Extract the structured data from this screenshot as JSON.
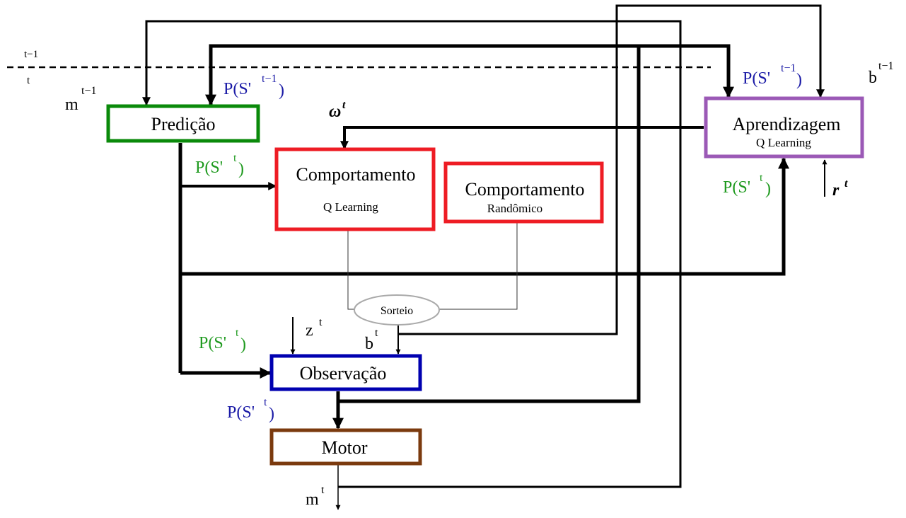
{
  "time_marks": {
    "prev": "t−1",
    "curr": "t"
  },
  "colors": {
    "green": "#0a8a0a",
    "red": "#ee1c24",
    "blue": "#0000b0",
    "purple": "#9b59b6",
    "brown": "#7b3a0e",
    "label_blue": "#1a1aa6",
    "label_green": "#1f9a1f"
  },
  "boxes": {
    "predicao": {
      "title": "Predição"
    },
    "comportamento_q": {
      "title": "Comportamento",
      "subtitle": "Q Learning"
    },
    "comportamento_r": {
      "title": "Comportamento",
      "subtitle": "Randômico"
    },
    "aprendizagem": {
      "title": "Aprendizagem",
      "subtitle": "Q Learning"
    },
    "observacao": {
      "title": "Observação"
    },
    "motor": {
      "title": "Motor"
    },
    "sorteio": {
      "title": "Sorteio"
    }
  },
  "labels": {
    "m_prev": {
      "base": "m",
      "sup": "t−1"
    },
    "p_pred_in": {
      "base": "P(S'",
      "sup": "t−1",
      "close": ")"
    },
    "p_learn_in": {
      "base": "P(S'",
      "sup": "t−1",
      "close": ")"
    },
    "b_prev": {
      "base": "b",
      "sup": "t−1"
    },
    "omega": {
      "base": "ω",
      "sup": "t"
    },
    "p_pred_out": {
      "base": "P(S'",
      "sup": "t",
      "close": ")"
    },
    "p_learn_side": {
      "base": "P(S'",
      "sup": "t",
      "close": ")"
    },
    "r": {
      "base": "r",
      "sup": "t"
    },
    "z": {
      "base": "z",
      "sup": "t"
    },
    "b_t": {
      "base": "b",
      "sup": "t"
    },
    "p_obs_in": {
      "base": "P(S'",
      "sup": "t",
      "close": ")"
    },
    "p_obs_out": {
      "base": "P(S'",
      "sup": "t",
      "close": ")"
    },
    "m_t": {
      "base": "m",
      "sup": "t"
    }
  }
}
